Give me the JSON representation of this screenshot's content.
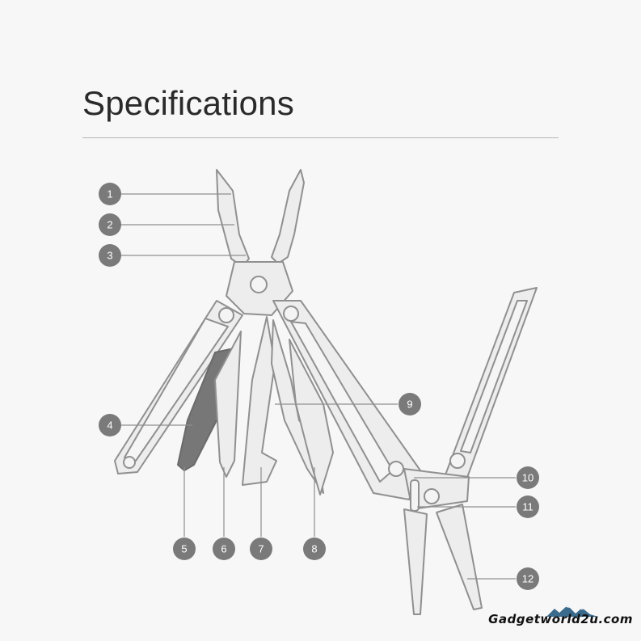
{
  "title": "Specifications",
  "callouts": [
    "1",
    "2",
    "3",
    "4",
    "5",
    "6",
    "7",
    "8",
    "9",
    "10",
    "11",
    "12"
  ],
  "watermark": "Gadgetworld2u.com",
  "colors": {
    "outline": "#8f8f8f",
    "fill": "#eeeeee",
    "dark": "#6e6e6e",
    "callout": "#7a7a7a"
  }
}
